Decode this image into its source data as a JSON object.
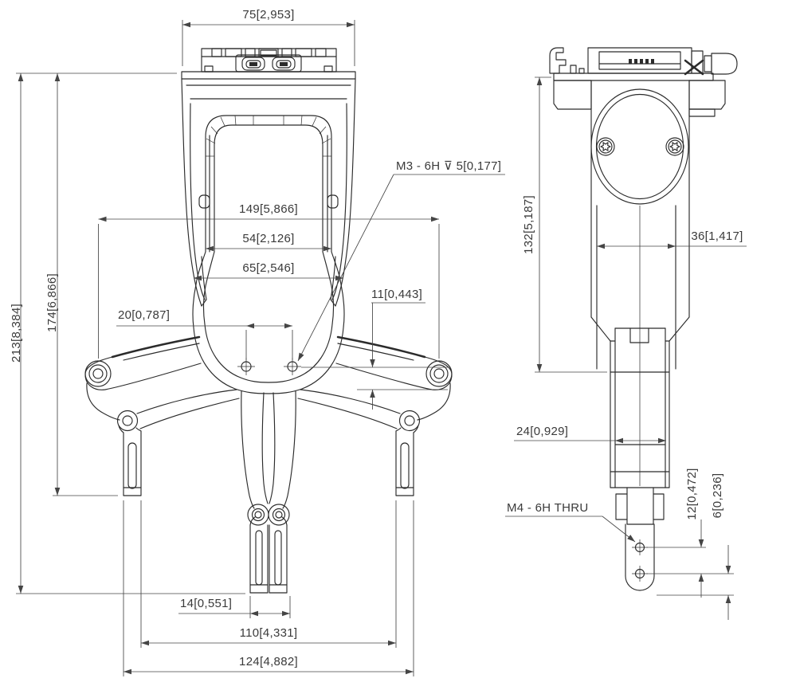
{
  "colors": {
    "background": "#ffffff",
    "part_line": "#2b2b2b",
    "dimension_line": "#454545",
    "dimension_text": "#3a3a3a"
  },
  "front_view": {
    "dimensions": {
      "width_top": "75[2,953]",
      "height_overall": "213[8,384]",
      "height_to_outer_finger": "174[6,866]",
      "width_pivot_span": "149[5,866]",
      "width_column": "54[2,126]",
      "width_body": "65[2,546]",
      "hole_spacing": "20[0,787]",
      "hole_offset": "11[0,443]",
      "thread_callout": "M3 - 6H ⊽ 5[0,177]",
      "finger_tip_width": "14[0,551]",
      "width_fingers_inner": "110[4,331]",
      "width_fingers_outer": "124[4,882]"
    }
  },
  "side_view": {
    "dimensions": {
      "height_body": "132[5,187]",
      "depth_body": "36[1,417]",
      "depth_finger": "24[0,929]",
      "thread_callout": "M4 - 6H THRU",
      "hole_spacing": "12[0,472]",
      "hole_to_tip": "6[0,236]"
    }
  }
}
